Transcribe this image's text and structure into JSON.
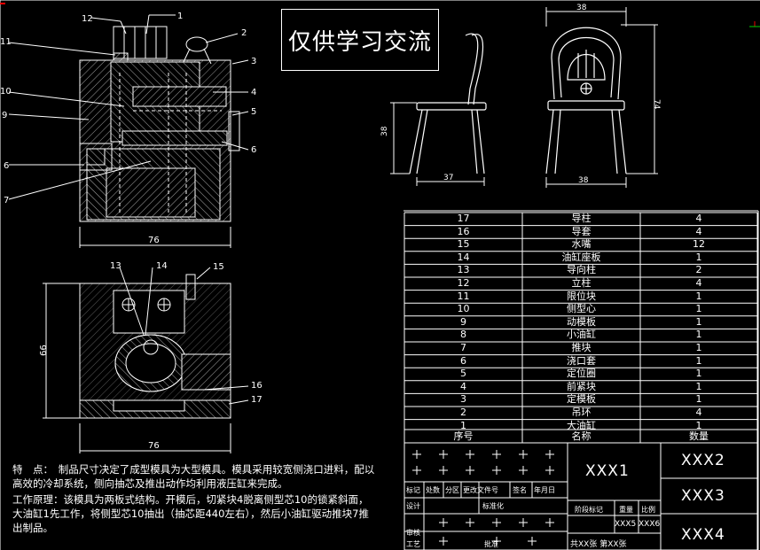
{
  "watermark": "仅供学习交流",
  "callouts": [
    "1",
    "2",
    "3",
    "4",
    "5",
    "6",
    "7",
    "9",
    "10",
    "11",
    "12",
    "13",
    "14",
    "15",
    "16",
    "17"
  ],
  "dimensions": {
    "mold_width_top": "76",
    "mold_width_bottom": "76",
    "mold_height_bottom": "66",
    "chair_width_top": "38",
    "chair_height": "74",
    "chair_seat_height": "38",
    "chair_depth": "37",
    "chair_front_width": "38"
  },
  "bom": {
    "rows": [
      {
        "no": "17",
        "name": "导柱",
        "qty": "4"
      },
      {
        "no": "16",
        "name": "导套",
        "qty": "4"
      },
      {
        "no": "15",
        "name": "水嘴",
        "qty": "12"
      },
      {
        "no": "14",
        "name": "油缸座板",
        "qty": "1"
      },
      {
        "no": "13",
        "name": "导向柱",
        "qty": "2"
      },
      {
        "no": "12",
        "name": "立柱",
        "qty": "4"
      },
      {
        "no": "11",
        "name": "限位块",
        "qty": "1"
      },
      {
        "no": "10",
        "name": "侧型心",
        "qty": "1"
      },
      {
        "no": "9",
        "name": "动模板",
        "qty": "1"
      },
      {
        "no": "8",
        "name": "小油缸",
        "qty": "1"
      },
      {
        "no": "7",
        "name": "推块",
        "qty": "1"
      },
      {
        "no": "6",
        "name": "浇口套",
        "qty": "1"
      },
      {
        "no": "5",
        "name": "定位圈",
        "qty": "1"
      },
      {
        "no": "4",
        "name": "前紧块",
        "qty": "1"
      },
      {
        "no": "3",
        "name": "定模板",
        "qty": "1"
      },
      {
        "no": "2",
        "name": "吊环",
        "qty": "4"
      },
      {
        "no": "1",
        "name": "大油缸",
        "qty": "1"
      }
    ],
    "header": {
      "no": "序号",
      "name": "名称",
      "qty": "数量"
    }
  },
  "title_block": {
    "drawing_no": "XXX1",
    "name2": "XXX2",
    "name3": "XXX3",
    "name4": "XXX4",
    "labels": [
      "标记",
      "处数",
      "分区",
      "更改文件号",
      "签名",
      "年月日",
      "设计",
      "标准化",
      "阶段标记",
      "重量",
      "比例",
      "审核",
      "工艺",
      "批准"
    ],
    "sheet_info": "XXX6",
    "sheet_total": "共XX张 第XX张",
    "sheet_count": "XXX5"
  },
  "notes": {
    "p1": "特　点：　制品尺寸决定了成型模具为大型模具。模具采用较宽侧浇口进料，配以高效的冷却系统，侧向抽芯及推出动作均利用液压缸来完成。",
    "p2": "工作原理：该模具为两板式结构。开模后，切紧块4脱离侧型芯10的锁紧斜面，大油缸1先工作，将侧型芯10抽出（抽芯距440左右），然后小油缸驱动推块7推出制品。"
  }
}
